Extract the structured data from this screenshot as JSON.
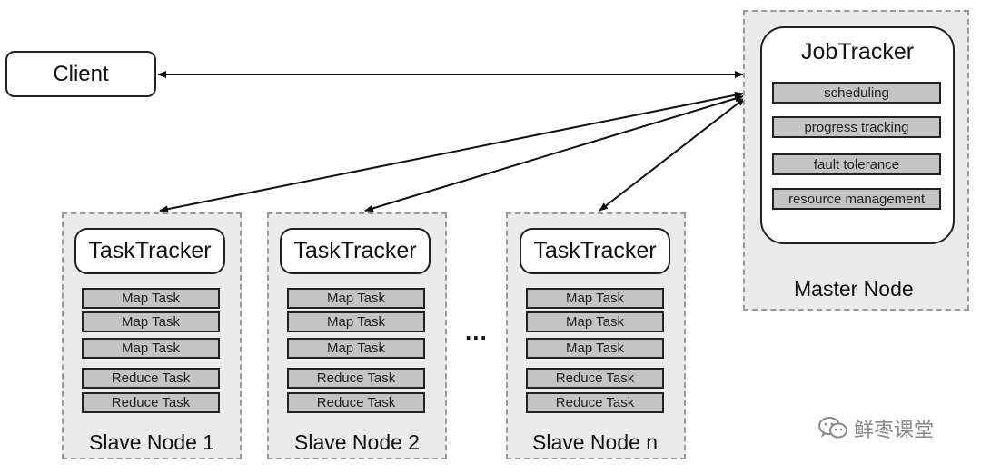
{
  "client": {
    "label": "Client"
  },
  "master": {
    "tracker_label": "JobTracker",
    "functions": [
      "scheduling",
      "progress tracking",
      "fault tolerance",
      "resource management"
    ],
    "node_label": "Master Node"
  },
  "slaves": [
    {
      "tracker_label": "TaskTracker",
      "tasks": [
        "Map Task",
        "Map Task",
        "Map Task",
        "Reduce Task",
        "Reduce Task"
      ],
      "node_label": "Slave Node 1"
    },
    {
      "tracker_label": "TaskTracker",
      "tasks": [
        "Map Task",
        "Map Task",
        "Map Task",
        "Reduce Task",
        "Reduce Task"
      ],
      "node_label": "Slave Node 2"
    },
    {
      "tracker_label": "TaskTracker",
      "tasks": [
        "Map Task",
        "Map Task",
        "Map Task",
        "Reduce Task",
        "Reduce Task"
      ],
      "node_label": "Slave Node n"
    }
  ],
  "ellipsis": "...",
  "watermark": {
    "icon": "wechat-icon",
    "text": "鲜枣课堂"
  }
}
